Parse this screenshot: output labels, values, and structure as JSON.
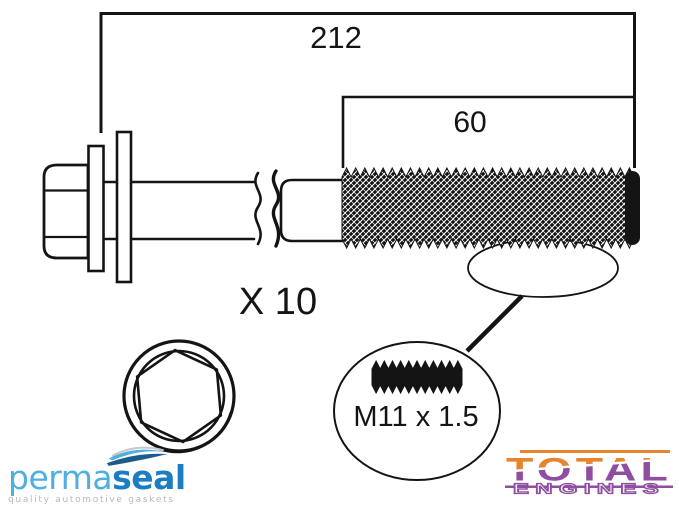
{
  "diagram": {
    "overall_length_label": "212",
    "thread_length_label": "60",
    "quantity_label": "X 10",
    "thread_spec_label": "M11 x 1.5",
    "line_color": "#141414",
    "part_type": "cylinder head bolt, side view with hex-flange head end view"
  },
  "branding": {
    "permaseal": {
      "name_light": "perma",
      "name_bold": "seal",
      "tagline": "quality automotive gaskets",
      "color_light": "#4FB0DF",
      "color_dark": "#1B7EC3",
      "color_tagline": "#B5B9BC",
      "icon": "permaseal-swoosh-icon"
    },
    "total_engines": {
      "word_top": "TOTAL",
      "word_bottom": "ENGINES",
      "color_orange": "#E8832E",
      "color_purple": "#8F4FA0"
    }
  }
}
